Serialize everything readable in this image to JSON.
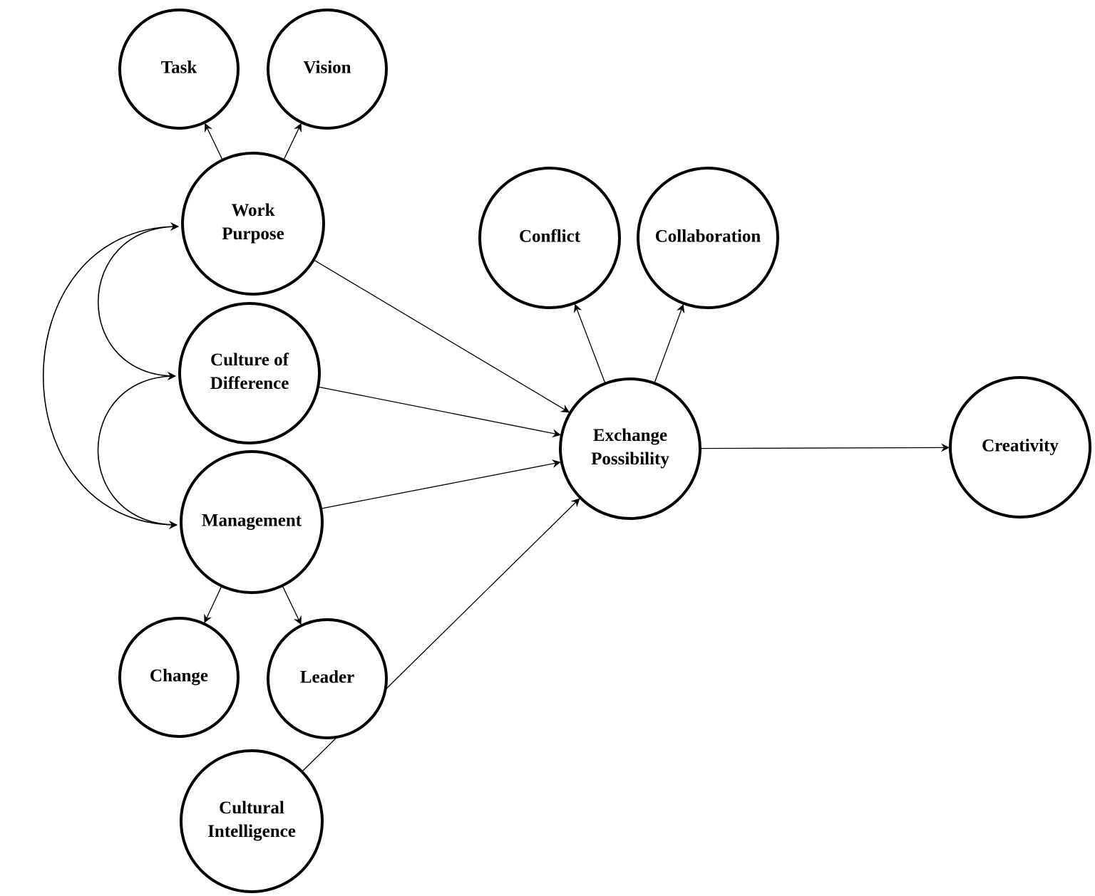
{
  "nodes": [
    {
      "id": "task",
      "lines": [
        "Task"
      ]
    },
    {
      "id": "vision",
      "lines": [
        "Vision"
      ]
    },
    {
      "id": "work-purpose",
      "lines": [
        "Work",
        "Purpose"
      ]
    },
    {
      "id": "culture-of-difference",
      "lines": [
        "Culture of",
        "Difference"
      ]
    },
    {
      "id": "management",
      "lines": [
        "Management"
      ]
    },
    {
      "id": "change",
      "lines": [
        "Change"
      ]
    },
    {
      "id": "leader",
      "lines": [
        "Leader"
      ]
    },
    {
      "id": "cultural-intelligence",
      "lines": [
        "Cultural",
        "Intelligence"
      ]
    },
    {
      "id": "conflict",
      "lines": [
        "Conflict"
      ]
    },
    {
      "id": "collaboration",
      "lines": [
        "Collaboration"
      ]
    },
    {
      "id": "exchange-possibility",
      "lines": [
        "Exchange",
        "Possibility"
      ]
    },
    {
      "id": "creativity",
      "lines": [
        "Creativity"
      ]
    }
  ],
  "edges": [
    {
      "from": "work-purpose",
      "to": "task"
    },
    {
      "from": "work-purpose",
      "to": "vision"
    },
    {
      "from": "management",
      "to": "change"
    },
    {
      "from": "management",
      "to": "leader"
    },
    {
      "from": "exchange-possibility",
      "to": "conflict"
    },
    {
      "from": "exchange-possibility",
      "to": "collaboration"
    },
    {
      "from": "work-purpose",
      "to": "exchange-possibility"
    },
    {
      "from": "culture-of-difference",
      "to": "exchange-possibility"
    },
    {
      "from": "management",
      "to": "exchange-possibility"
    },
    {
      "from": "cultural-intelligence",
      "to": "exchange-possibility"
    },
    {
      "from": "exchange-possibility",
      "to": "creativity"
    }
  ],
  "correlations": [
    {
      "a": "work-purpose",
      "b": "culture-of-difference"
    },
    {
      "a": "culture-of-difference",
      "b": "management"
    },
    {
      "a": "work-purpose",
      "b": "management"
    }
  ]
}
